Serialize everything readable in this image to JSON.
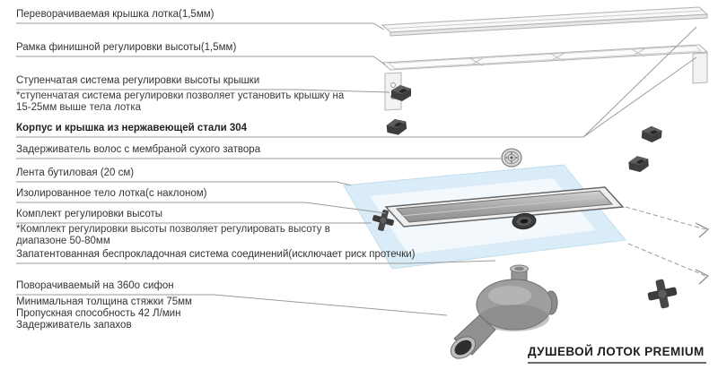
{
  "title": "ДУШЕВОЙ ЛОТОК PREMIUM",
  "callouts": {
    "cover": {
      "label": "Переворачиваемая крышка лотка(1,5мм)"
    },
    "frame": {
      "label": "Рамка финишной регулировки высоты(1,5мм)"
    },
    "step_system": {
      "label": "Ступенчатая система регулировки высоты крышки",
      "note_line1": "*ступенчатая система регулировки позволяет установить крышку на",
      "note_line2": "15-25мм выше тела лотка"
    },
    "steel": {
      "label": "Корпус и крышка из нержавеющей стали 304"
    },
    "hair_trap": {
      "label": "Задерживатель волос с мембраной сухого затвора"
    },
    "butyl_tape": {
      "label": "Лента бутиловая (20 см)"
    },
    "insulated_body": {
      "label": "Изолированное тело лотка(с наклоном)"
    },
    "height_kit": {
      "label": "Комплект регулировки высоты",
      "note_line1": "*Комплект регулировки высоты позволяет регулировать высоту в",
      "note_line2": "диапазоне 50-80мм"
    },
    "patented_joint": {
      "label": "Запатентованная беспрокладочная система соединений(исключает риск протечки)"
    },
    "siphon": {
      "line1": "Поворачиваемый на 360о сифон",
      "line2": "Минимальная толщина стяжки 75мм",
      "line3": "Пропускная способность 42 Л/мин",
      "line4": "Задерживатель запахов"
    }
  },
  "colors": {
    "accent_blue": "#d9ecf7",
    "leader_gray": "#9a9a9a",
    "dark_part": "#454545",
    "steel_light": "#f5f5f5"
  }
}
